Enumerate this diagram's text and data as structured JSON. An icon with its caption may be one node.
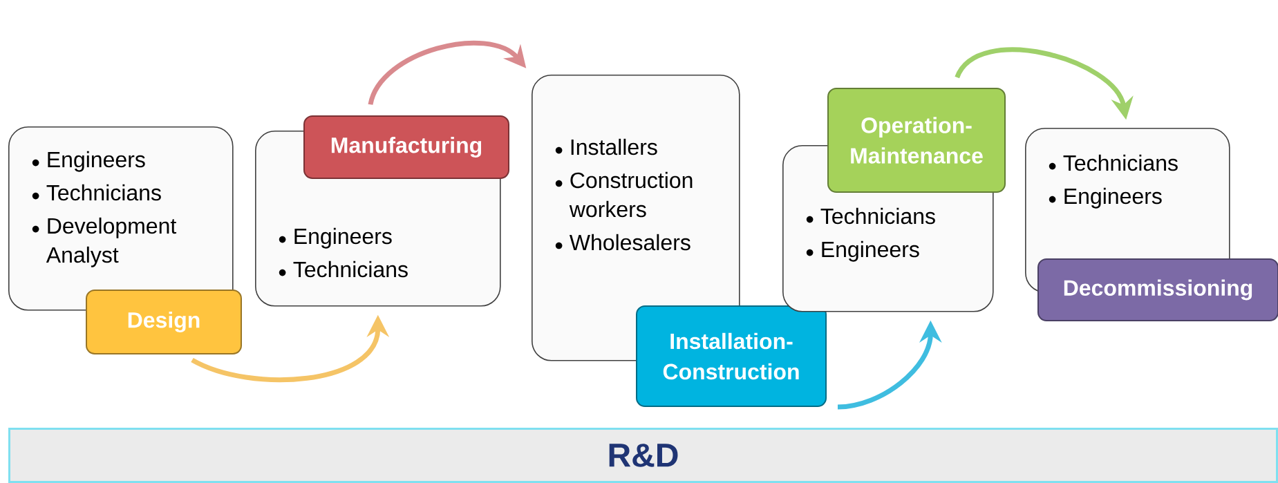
{
  "diagram": {
    "nodes": [
      {
        "text": [
          "Engineers",
          "Technicians",
          "Development Analyst"
        ]
      },
      {
        "text": [
          "Design"
        ]
      },
      {
        "text": [
          "Engineers",
          "Technicians"
        ]
      },
      {
        "text": [
          "Manufacturing"
        ]
      },
      {
        "text": [
          "Installers",
          "Construction workers",
          "Wholesalers"
        ]
      },
      {
        "text": [
          "Installation-Construction"
        ]
      },
      {
        "text": [
          "Technicians",
          "Engineers"
        ]
      },
      {
        "text": [
          "Operation-Maintenance"
        ]
      },
      {
        "text": [
          "Technicians",
          "Engineers"
        ]
      },
      {
        "text": [
          "Decommissioning"
        ]
      },
      {
        "text": [
          "R&D"
        ]
      }
    ],
    "edges": [
      {
        "from": 1,
        "to": 2,
        "arrow": "to",
        "color": "#f5c466"
      },
      {
        "from": 3,
        "to": 4,
        "arrow": "to",
        "color": "#d98a8e"
      },
      {
        "from": 5,
        "to": 6,
        "arrow": "to",
        "color": "#3fbde0"
      },
      {
        "from": 7,
        "to": 8,
        "arrow": "to",
        "color": "#9fd06a"
      }
    ]
  }
}
